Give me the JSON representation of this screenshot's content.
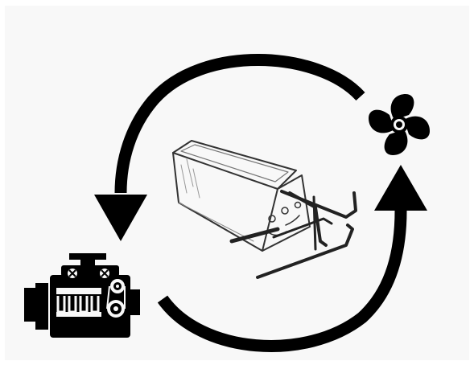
{
  "diagram": {
    "description_nodes": [
      {
        "id": "engine",
        "icon": "engine-icon"
      },
      {
        "id": "battery-pack",
        "icon": "battery-pack-sketch"
      },
      {
        "id": "fan",
        "icon": "fan-icon"
      }
    ],
    "flow": [
      "fan",
      "battery-pack",
      "engine",
      "fan"
    ],
    "colors": {
      "background": "#f8f8f8",
      "ink": "#000000",
      "sketch": "#333333"
    }
  }
}
